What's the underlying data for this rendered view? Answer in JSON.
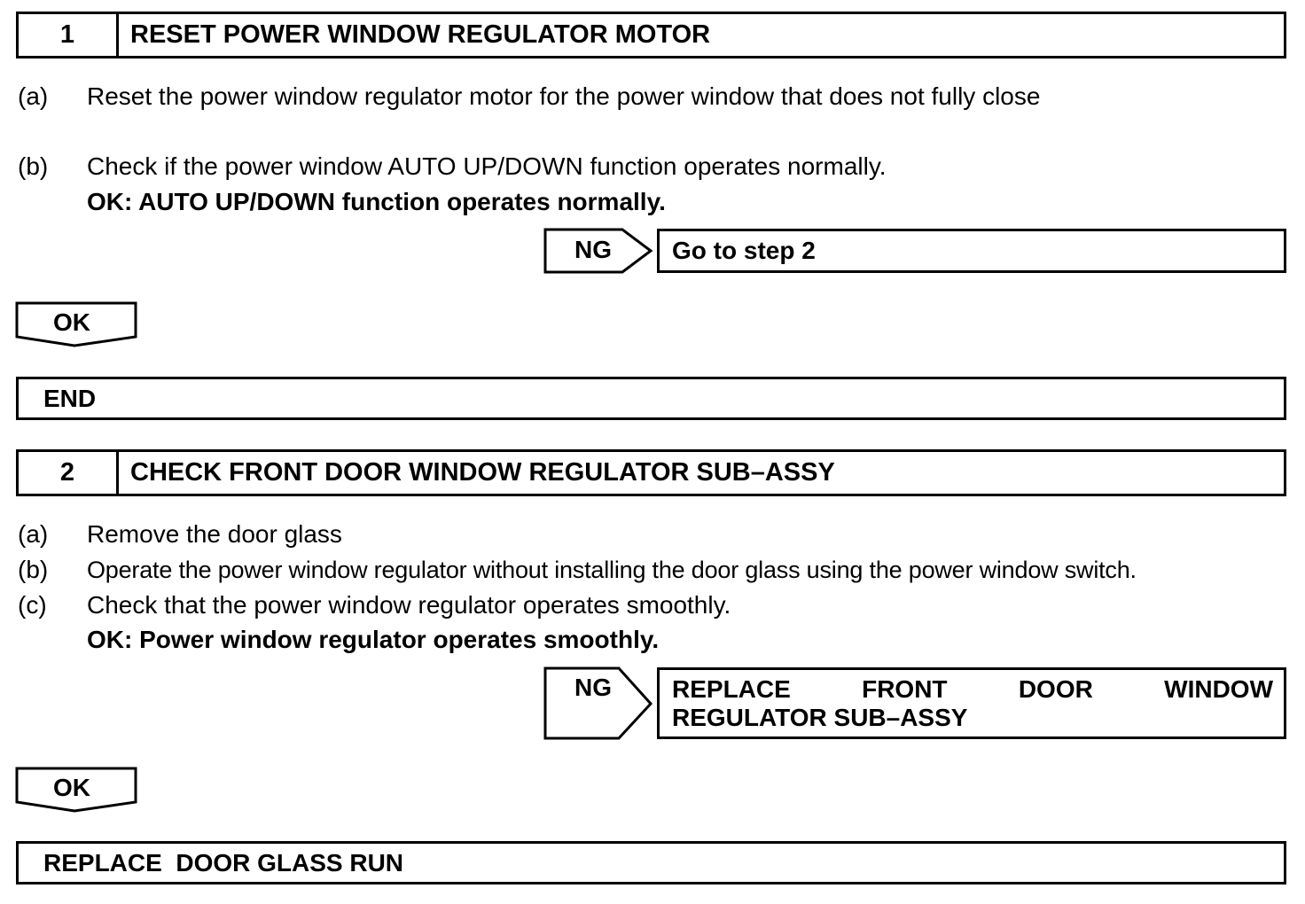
{
  "step1": {
    "number": "1",
    "title": "RESET POWER WINDOW REGULATOR MOTOR",
    "items": [
      {
        "label": "(a)",
        "text": "Reset the power window regulator motor for the power window that does not fully close"
      },
      {
        "label": "(b)",
        "text": "Check if the power window AUTO UP/DOWN function operates normally."
      }
    ],
    "ok_criteria": "OK: AUTO UP/DOWN function operates normally.",
    "ng_label": "NG",
    "ng_action": "Go to step 2",
    "ok_label": "OK",
    "result": "END"
  },
  "step2": {
    "number": "2",
    "title": "CHECK FRONT DOOR WINDOW REGULATOR SUB–ASSY",
    "items": [
      {
        "label": "(a)",
        "text": "Remove the door glass"
      },
      {
        "label": "(b)",
        "text": "Operate the power window regulator without installing the door glass using the power window switch."
      },
      {
        "label": "(c)",
        "text": "Check that the power window regulator operates smoothly."
      }
    ],
    "ok_criteria": "OK: Power window regulator operates smoothly.",
    "ng_label": "NG",
    "ng_action_line1": "REPLACE FRONT DOOR WINDOW",
    "ng_action_line2": "REGULATOR SUB–ASSY",
    "ok_label": "OK",
    "result": "REPLACE  DOOR GLASS RUN"
  }
}
